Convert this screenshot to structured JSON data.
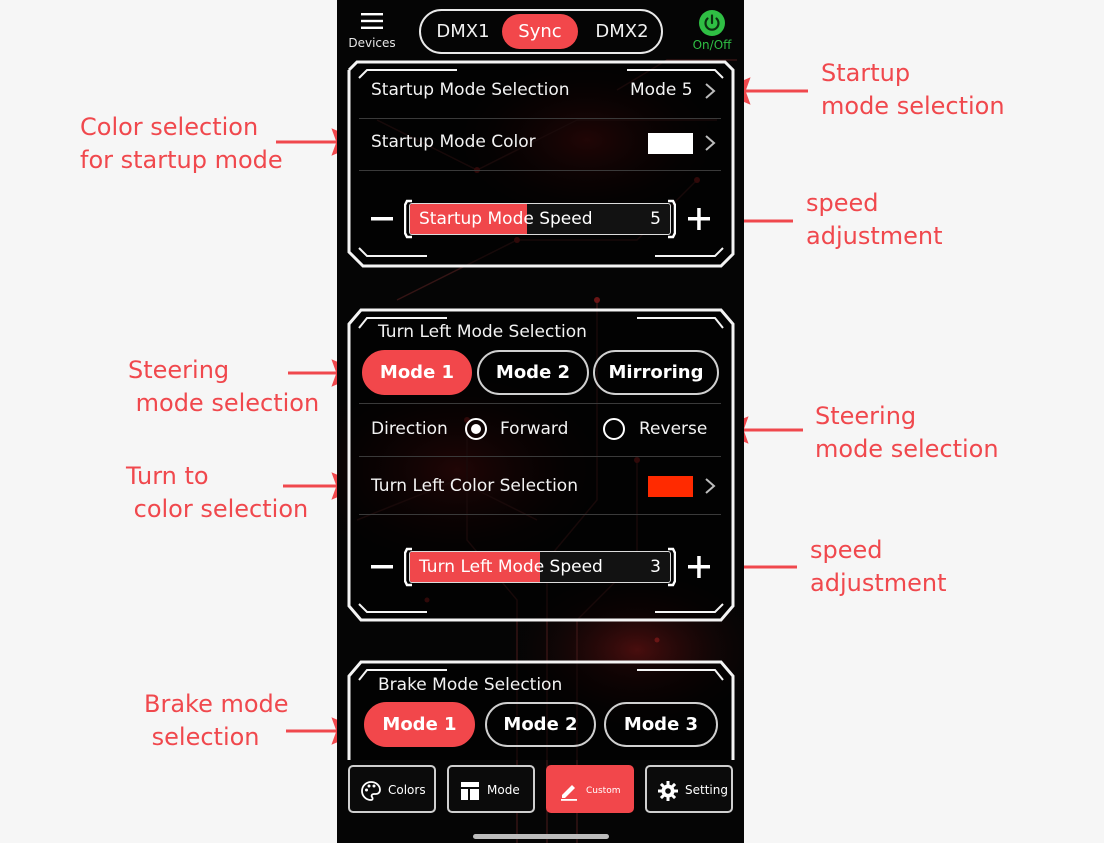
{
  "annotations": {
    "startup_mode": "Startup\nmode selection",
    "color_startup": "Color selection\nfor startup mode",
    "speed_1": "speed\nadjustment",
    "steering_1": "Steering\n mode selection",
    "steering_2": "Steering\nmode selection",
    "turn_color": "Turn to\n color selection",
    "speed_2": "speed\nadjustment",
    "brake_mode": "Brake mode\n selection"
  },
  "header": {
    "menu_label": "Devices",
    "segments": [
      "DMX1",
      "Sync",
      "DMX2"
    ],
    "active_segment": "Sync",
    "power_label": "On/Off"
  },
  "startup": {
    "mode_label": "Startup Mode Selection",
    "mode_value": "Mode 5",
    "color_label": "Startup Mode Color",
    "color_value": "#ffffff",
    "speed_label": "Startup Mode Speed",
    "speed_value": "5",
    "speed_fraction": 0.45
  },
  "turn_left": {
    "title": "Turn Left Mode Selection",
    "modes": [
      "Mode 1",
      "Mode 2",
      "Mirroring"
    ],
    "active_mode": "Mode 1",
    "direction_label": "Direction",
    "direction_options": [
      "Forward",
      "Reverse"
    ],
    "direction_selected": "Forward",
    "color_label": "Turn Left Color Selection",
    "color_value": "#ff2a00",
    "speed_label": "Turn Left Mode Speed",
    "speed_value": "3",
    "speed_fraction": 0.5
  },
  "brake": {
    "title": "Brake Mode Selection",
    "modes": [
      "Mode 1",
      "Mode 2",
      "Mode 3"
    ],
    "active_mode": "Mode 1"
  },
  "nav": {
    "items": [
      "Colors",
      "Mode",
      "Custom",
      "Setting"
    ],
    "active": "Custom"
  },
  "colors": {
    "accent": "#f2474b",
    "power": "#2fbf44",
    "annotation": "#f0484d"
  }
}
